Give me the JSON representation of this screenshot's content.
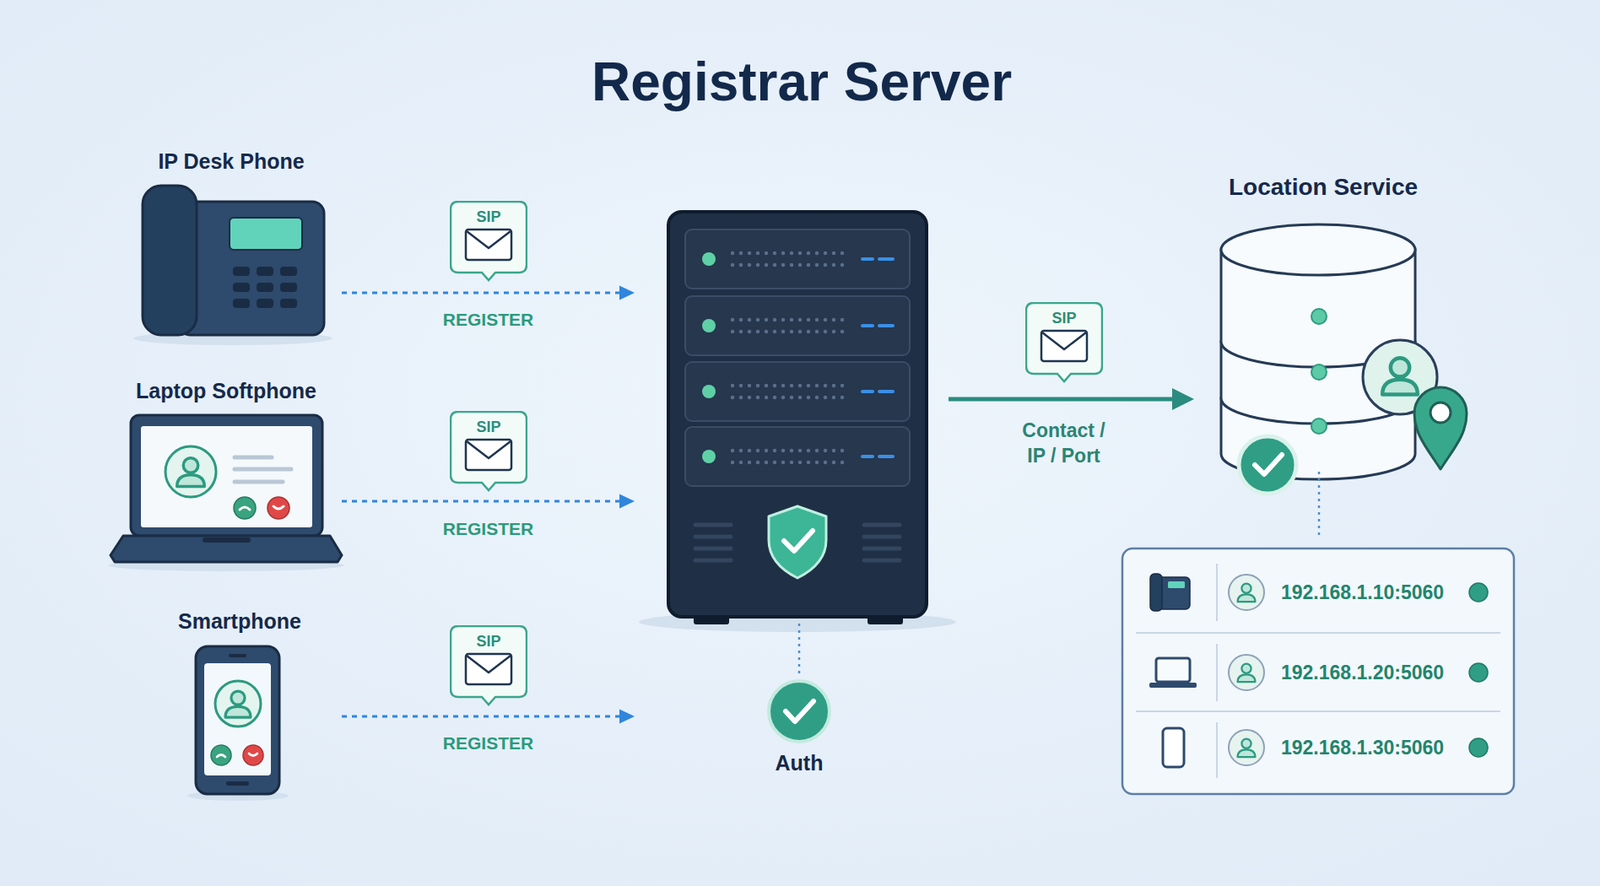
{
  "diagram": {
    "nodes": [
      {
        "text": [
          "IP Desk Phone"
        ]
      },
      {
        "text": [
          "Laptop Softphone"
        ]
      },
      {
        "text": [
          "Smartphone"
        ]
      },
      {
        "text": [
          "Registrar Server"
        ]
      },
      {
        "text": [
          "Auth"
        ]
      },
      {
        "text": [
          "Location Service"
        ]
      },
      {
        "text": [
          "192.168.1.10:5060",
          "192.168.1.20:5060",
          "192.168.1.30:5060"
        ]
      }
    ],
    "edges": [
      {
        "from": 0,
        "to": 3,
        "label": "REGISTER",
        "arrow": "to"
      },
      {
        "from": 1,
        "to": 3,
        "label": "REGISTER",
        "arrow": "to"
      },
      {
        "from": 2,
        "to": 3,
        "label": "REGISTER",
        "arrow": "to"
      },
      {
        "from": 3,
        "to": 5,
        "label": "Contact / IP / Port",
        "arrow": "to"
      },
      {
        "from": 3,
        "to": 4,
        "arrow": "none"
      },
      {
        "from": 5,
        "to": 6,
        "arrow": "none"
      }
    ],
    "labels": [
      "SIP",
      "SIP",
      "SIP",
      "SIP"
    ]
  }
}
